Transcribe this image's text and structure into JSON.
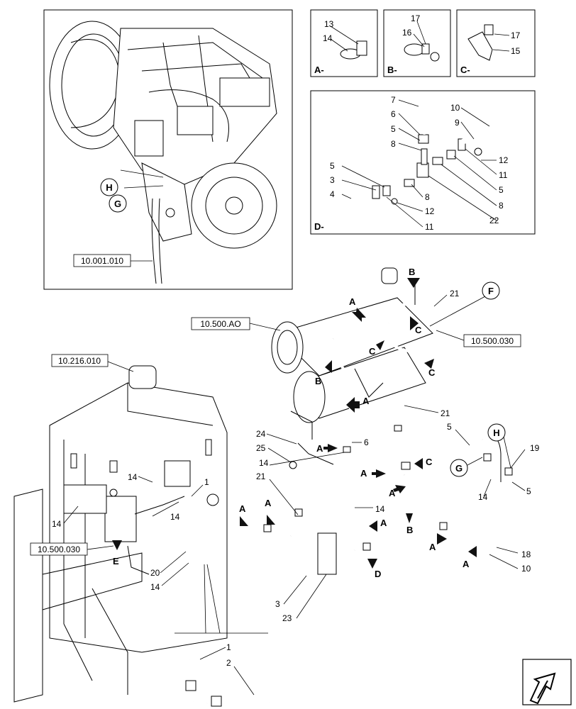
{
  "references": {
    "ref_engine": "10.001.010",
    "ref_ao": "10.500.AO",
    "ref_216": "10.216.010",
    "ref_030_right": "10.500.030",
    "ref_030_left": "10.500.030"
  },
  "detail_views": {
    "A": "A-",
    "B": "B-",
    "C": "C-",
    "D": "D-"
  },
  "circles": {
    "F": "F",
    "G": "G",
    "H": "H",
    "G2": "G",
    "H2": "H"
  },
  "inset_a": {
    "l13": "13",
    "l14": "14"
  },
  "inset_b": {
    "l17": "17",
    "l16": "16"
  },
  "inset_c": {
    "l17": "17",
    "l15": "15"
  },
  "inset_d": {
    "l7": "7",
    "l6": "6",
    "l5a": "5",
    "l8a": "8",
    "l10": "10",
    "l9": "9",
    "l12a": "12",
    "l11a": "11",
    "l5b": "5",
    "l8b": "8",
    "l22": "22",
    "l5c": "5",
    "l3": "3",
    "l4": "4",
    "l8c": "8",
    "l12b": "12",
    "l11b": "11"
  },
  "main_labels": {
    "l21a": "21",
    "l21b": "21",
    "l21c": "21",
    "l24": "24",
    "l25": "25",
    "l6": "6",
    "l14a": "14",
    "l14b": "14",
    "l14c": "14",
    "l14d": "14",
    "l14e": "14",
    "l14f": "14",
    "l1a": "1",
    "l20": "20",
    "l5a": "5",
    "l5b": "5",
    "l19": "19",
    "l18": "18",
    "l10": "10",
    "l3": "3",
    "l23": "23",
    "l1b": "1",
    "l2": "2"
  },
  "arrow_letters": {
    "A": "A",
    "B": "B",
    "C": "C",
    "D": "D",
    "E": "E"
  }
}
